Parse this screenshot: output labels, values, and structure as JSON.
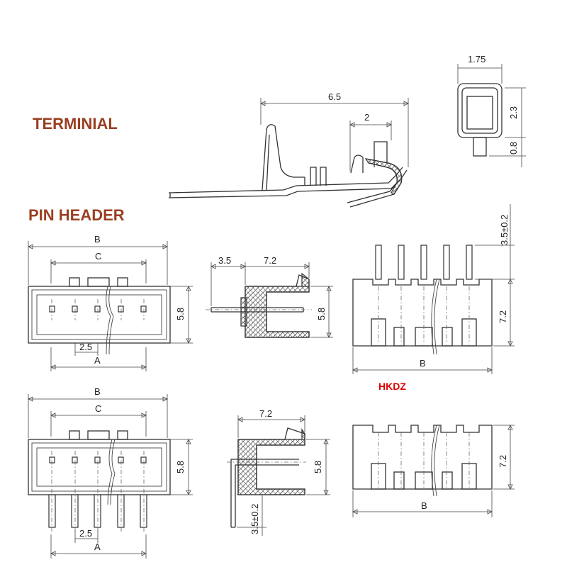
{
  "headings": {
    "terminal": "TERMINIAL",
    "pin_header": "PIN HEADER"
  },
  "watermark": "HKDZ",
  "terminal_dims": {
    "length": "6.5",
    "crimp": "2",
    "width": "1.75",
    "height": "2.3",
    "tab": "0.8"
  },
  "header_top": {
    "b": "B",
    "c": "C",
    "pitch": "2.5",
    "a": "A",
    "height": "5.8",
    "side_pin": "3.5",
    "side_depth": "7.2",
    "side_height": "5.8",
    "pin_len": "3.5±0.2",
    "back_height": "7.2",
    "back_b": "B"
  },
  "header_bottom": {
    "b": "B",
    "c": "C",
    "pitch": "2.5",
    "a": "A",
    "height": "5.8",
    "side_depth": "7.2",
    "side_height": "5.8",
    "pin_len": "3.5±0.2",
    "back_height": "7.2",
    "back_b": "B"
  }
}
